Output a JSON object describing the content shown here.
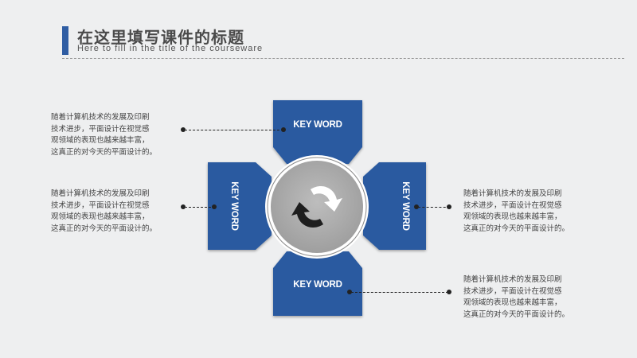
{
  "header": {
    "title": "在这里填写课件的标题",
    "subtitle": "Here to fill in the title of the courseware"
  },
  "keywords": {
    "top": "KEY WORD",
    "left": "KEY WORD",
    "right": "KEY WORD",
    "bottom": "KEY WORD"
  },
  "paragraphs": {
    "top_left": [
      "随着计算机技术的发展及印刷",
      "技术进步，平面设计在视觉感",
      "观领域的表现也越来越丰富，",
      "这真正的对今天的平面设计的。"
    ],
    "mid_left": [
      "随着计算机技术的发展及印刷",
      "技术进步，平面设计在视觉感",
      "观领域的表现也越来越丰富，",
      "这真正的对今天的平面设计的。"
    ],
    "mid_right": [
      "随着计算机技术的发展及印刷",
      "技术进步，平面设计在视觉感",
      "观领域的表现也越来越丰富，",
      "这真正的对今天的平面设计的。"
    ],
    "bottom_right": [
      "随着计算机技术的发展及印刷",
      "技术进步，平面设计在视觉感",
      "观领域的表现也越来越丰富，",
      "这真正的对今天的平面设计的。"
    ]
  },
  "colors": {
    "accent": "#2f5da3",
    "block": "#2c5aa0",
    "hub": "#a9a9a9",
    "background": "#eeeff0"
  },
  "icons": {
    "hub": "refresh-arrows-icon"
  }
}
